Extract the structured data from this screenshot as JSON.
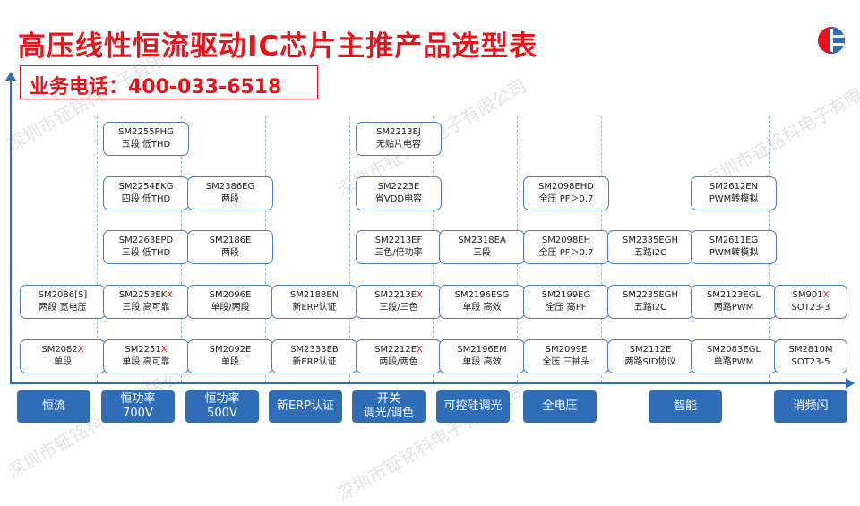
{
  "title": "高压线性恒流驱动IC芯片主推产品选型表",
  "phone": "业务电话：400-033-6518",
  "watermarks": [
    "深圳市钲铭科电子有限公司",
    "深圳市钲铭科电子有限公司",
    "深圳市钲铭科电子有限公司",
    "深圳市钲铭科电子有限公司",
    "深圳市钲铭科电子有限公司"
  ],
  "categories": [
    {
      "l1": "恒流",
      "l2": ""
    },
    {
      "l1": "恒功率",
      "l2": "700V"
    },
    {
      "l1": "恒功率",
      "l2": "500V"
    },
    {
      "l1": "新ERP认证",
      "l2": ""
    },
    {
      "l1": "开关",
      "l2": "调光/调色"
    },
    {
      "l1": "可控硅调光",
      "l2": ""
    },
    {
      "l1": "全电压",
      "l2": ""
    },
    {
      "l1": "智能",
      "l2": ""
    },
    {
      "l1": "消频闪",
      "l2": ""
    }
  ],
  "columns": [
    {
      "cards": [
        {
          "m": "SM2086[S]",
          "x": "",
          "d": "两段 宽电压"
        },
        {
          "m": "SM2082",
          "x": "X",
          "d": "单段"
        }
      ]
    },
    {
      "cards": [
        {
          "m": "SM2255PHG",
          "x": "",
          "d": "五段 低THD"
        },
        {
          "m": "SM2254EKG",
          "x": "",
          "d": "四段 低THD"
        },
        {
          "m": "SM2263EPD",
          "x": "",
          "d": "三段 低THD"
        },
        {
          "m": "SM2253EK",
          "x": "X",
          "d": "三段 高可靠"
        },
        {
          "m": "SM2251",
          "x": "X",
          "d": "单段 高可靠"
        }
      ]
    },
    {
      "cards": [
        {
          "m": "SM2386EG",
          "x": "",
          "d": "两段"
        },
        {
          "m": "SM2186E",
          "x": "",
          "d": "两段"
        },
        {
          "m": "SM2096E",
          "x": "",
          "d": "单段/两段"
        },
        {
          "m": "SM2092E",
          "x": "",
          "d": "单段"
        }
      ]
    },
    {
      "cards": [
        {
          "m": "SM2188EN",
          "x": "",
          "d": "新ERP认证"
        },
        {
          "m": "SM2333EB",
          "x": "",
          "d": "新ERP认证"
        }
      ]
    },
    {
      "cards": [
        {
          "m": "SM2213EJ",
          "x": "",
          "d": "无贴片电容"
        },
        {
          "m": "SM2223E",
          "x": "",
          "d": "省VDD电容"
        },
        {
          "m": "SM2213EF",
          "x": "",
          "d": "三色/倍功率"
        },
        {
          "m": "SM2213E",
          "x": "X",
          "d": "三段/三色"
        },
        {
          "m": "SM2212E",
          "x": "X",
          "d": "两段/两色"
        }
      ]
    },
    {
      "cards": [
        {
          "m": "SM2318EA",
          "x": "",
          "d": "三段"
        },
        {
          "m": "SM2196ESG",
          "x": "",
          "d": "单段 高效"
        },
        {
          "m": "SM2196EM",
          "x": "",
          "d": "单段 高效"
        }
      ]
    },
    {
      "cards": [
        {
          "m": "SM2098EHD",
          "x": "",
          "d": "全压 PF＞0.7"
        },
        {
          "m": "SM2098EH",
          "x": "",
          "d": "全压 PF＞0.7"
        },
        {
          "m": "SM2199EG",
          "x": "",
          "d": "全压 高PF"
        },
        {
          "m": "SM2099E",
          "x": "",
          "d": "全压 三抽头"
        }
      ]
    },
    {
      "cards": [
        {
          "m": "SM2335EGH",
          "x": "",
          "d": "五路I2C"
        },
        {
          "m": "SM2235EGH",
          "x": "",
          "d": "五路I2C"
        },
        {
          "m": "SM2112E",
          "x": "",
          "d": "两路SID协议"
        }
      ]
    },
    {
      "cards": [
        {
          "m": "SM2612EN",
          "x": "",
          "d": "PWM转模拟"
        },
        {
          "m": "SM2611EG",
          "x": "",
          "d": "PWM转模拟"
        },
        {
          "m": "SM2123EGL",
          "x": "",
          "d": "两路PWM"
        },
        {
          "m": "SM2083EGL",
          "x": "",
          "d": "单路PWM"
        }
      ]
    },
    {
      "cards": [
        {
          "m": "SM901",
          "x": "X",
          "d": "SOT23-3"
        },
        {
          "m": "SM2810M",
          "x": "",
          "d": "SOT23-5"
        }
      ]
    }
  ]
}
